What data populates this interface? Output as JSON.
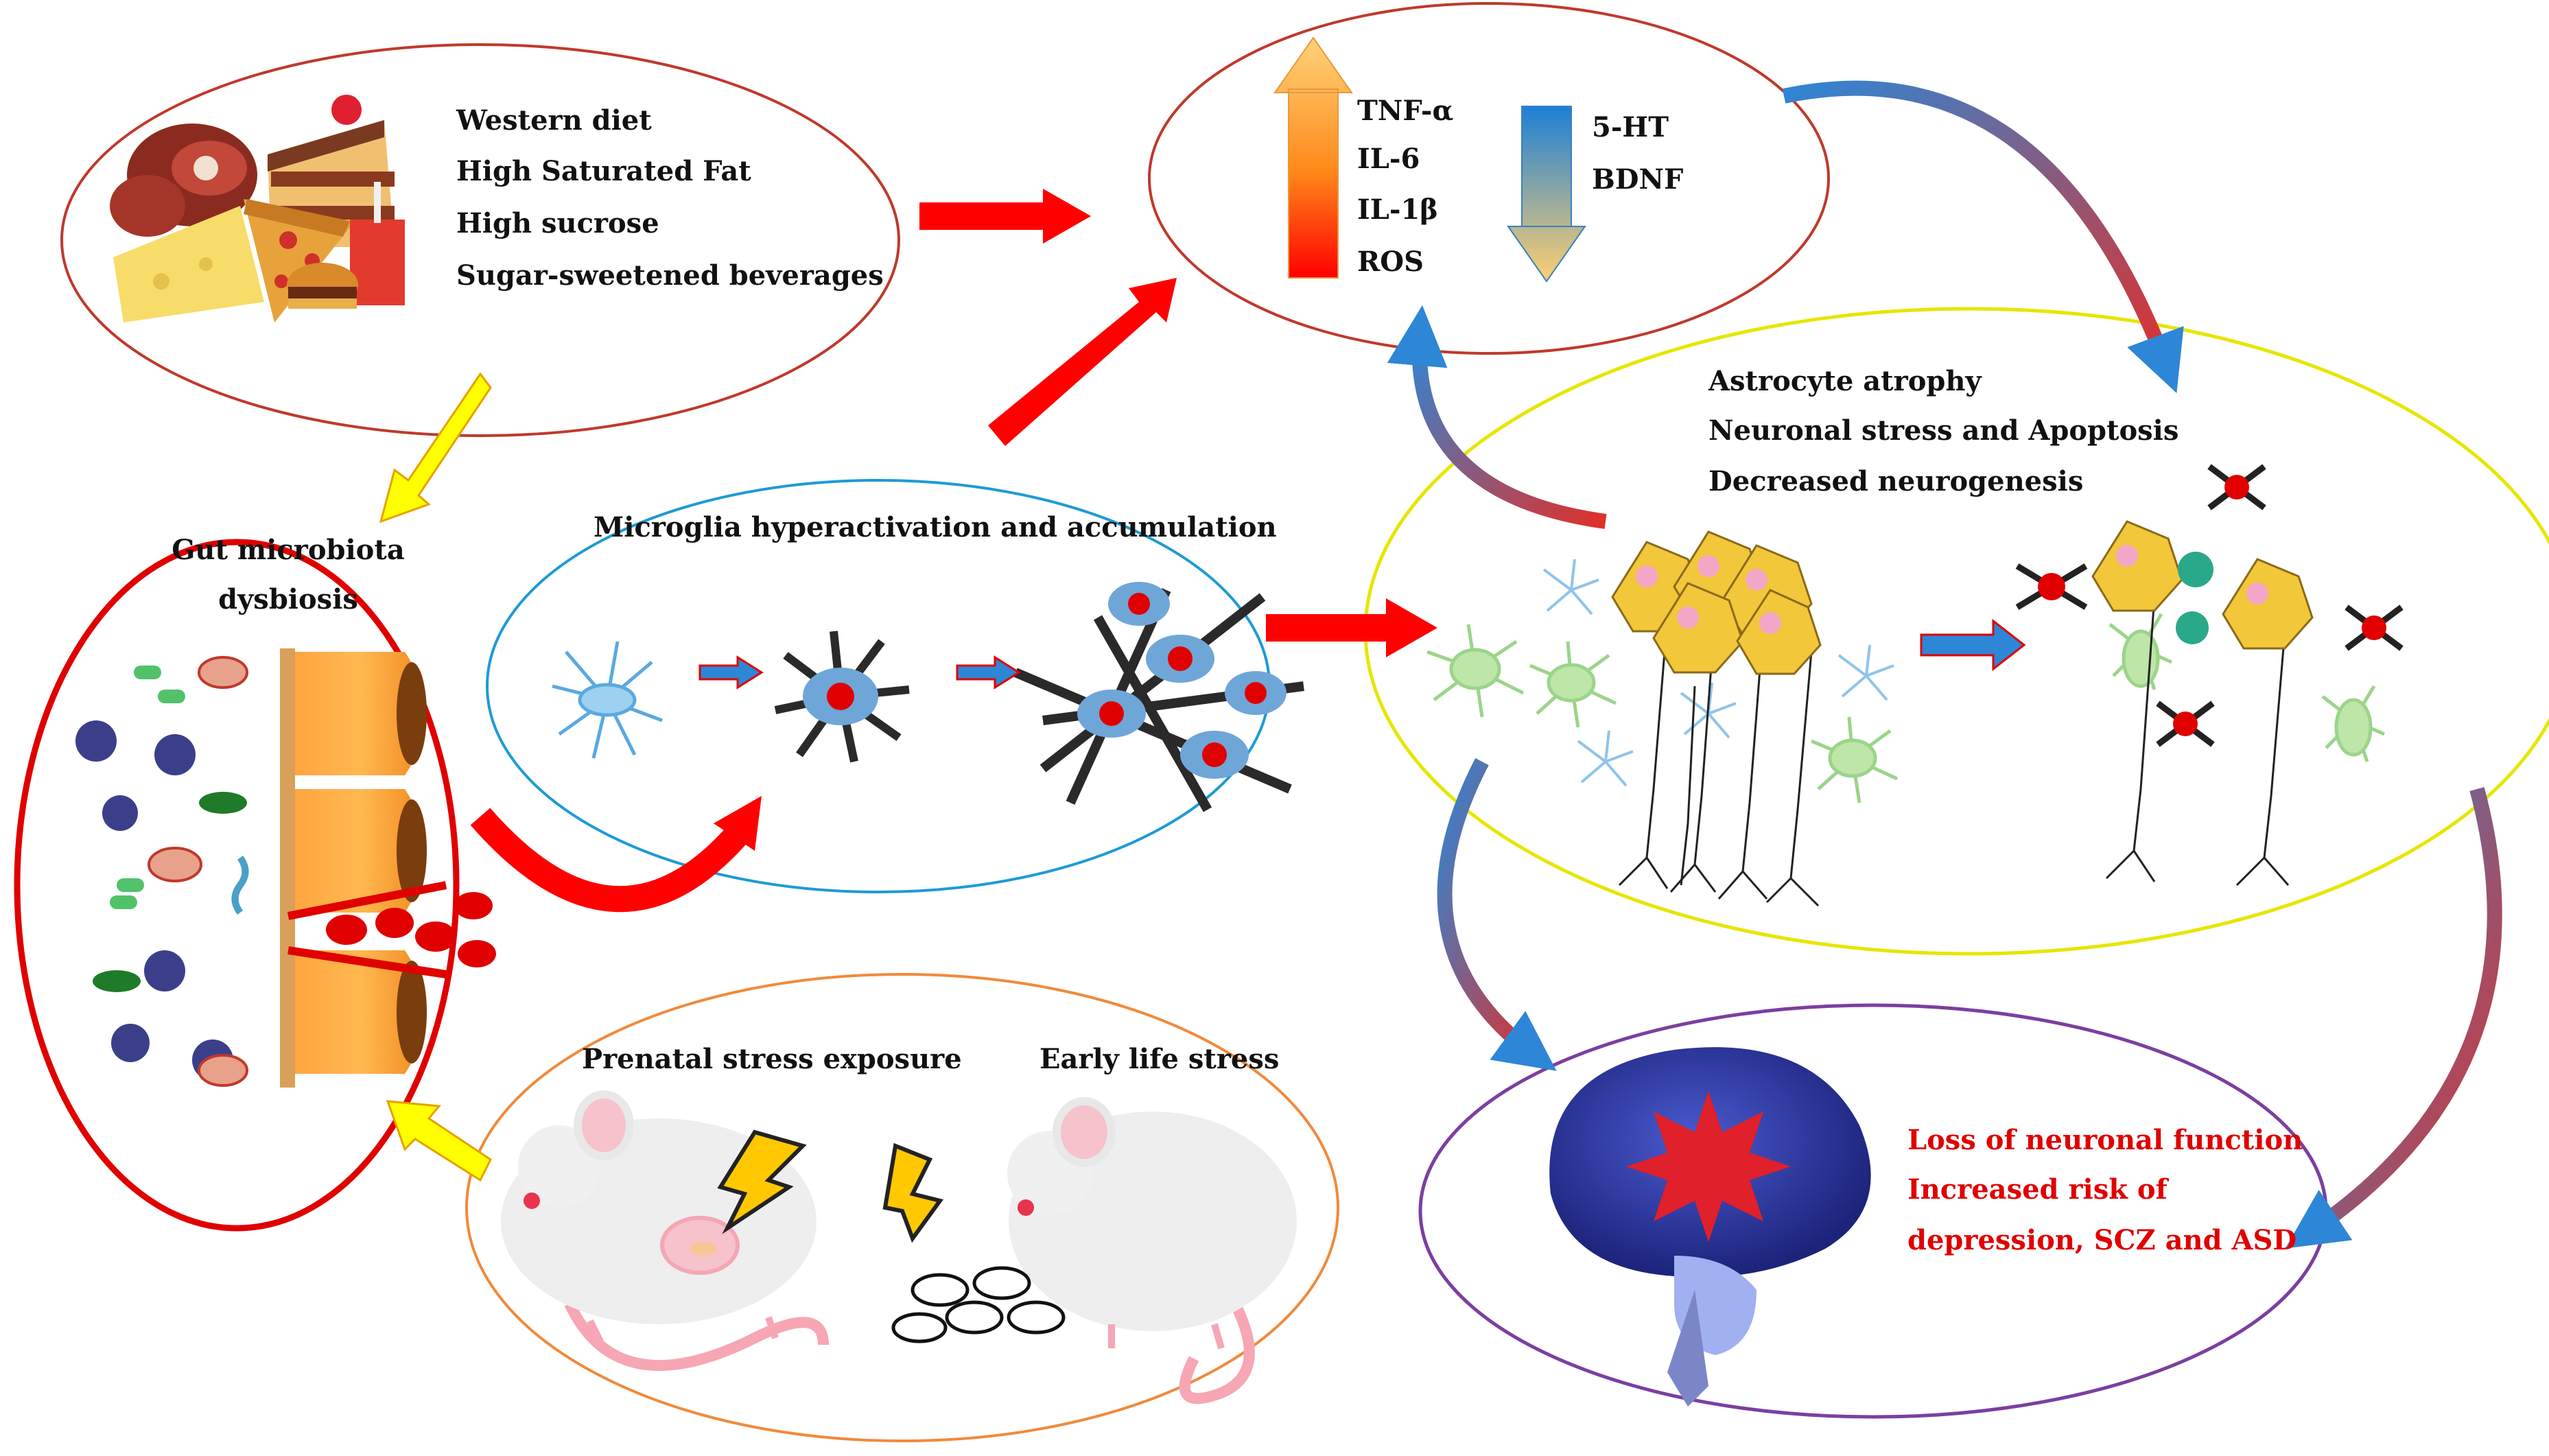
{
  "diet": {
    "lines": [
      "Western diet",
      "High Saturated Fat",
      "High sucrose",
      "Sugar-sweetened  beverages"
    ]
  },
  "inflammation": {
    "up_markers": [
      "TNF-α",
      "IL-6",
      "IL-1β",
      "ROS"
    ],
    "down_markers": [
      "5-HT",
      "BDNF"
    ]
  },
  "gut": {
    "title_line1": "Gut microbiota",
    "title_line2": "dysbiosis"
  },
  "microglia": {
    "title": "Microglia hyperactivation and accumulation"
  },
  "neuro": {
    "lines": [
      "Astrocyte atrophy",
      "Neuronal stress and Apoptosis",
      "Decreased neurogenesis"
    ]
  },
  "stress": {
    "left_label": "Prenatal stress exposure",
    "right_label": "Early life stress"
  },
  "outcome": {
    "lines": [
      "Loss of neuronal function",
      "Increased risk of",
      "depression, SCZ and ASD"
    ]
  },
  "colors": {
    "red_arrow": "#ff0000",
    "yellow_arrow": "#ffff00",
    "blue_arrow": "#2e86d6",
    "diet_border": "#c0392b",
    "inflammation_border": "#c0392b",
    "gut_border": "#e00000",
    "microglia_border": "#1e9ad6",
    "neuro_border": "#e6e600",
    "stress_border": "#f08a3c",
    "outcome_border": "#7b3fa0"
  }
}
